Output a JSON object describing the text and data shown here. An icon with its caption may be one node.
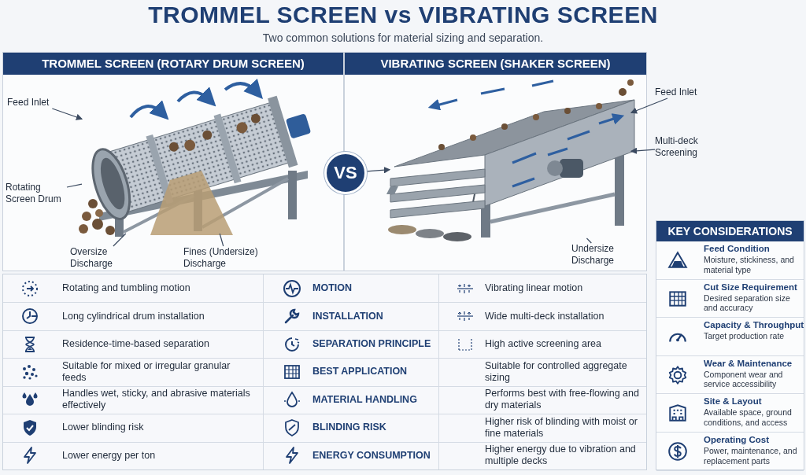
{
  "diagram": {
    "title": "TROMMEL SCREEN vs VIBRATING SCREEN",
    "nodes": [
      {
        "text": [
          "TROMMEL SCREEN (ROTARY DRUM SCREEN)"
        ]
      },
      {
        "text": [
          "VIBRATING SCREEN (SHAKER SCREEN)"
        ]
      },
      {
        "text": [],
        "shape": "picture",
        "in": 0
      },
      {
        "text": [],
        "shape": "picture",
        "in": 1
      },
      {
        "text": [
          "Feed Inlet"
        ],
        "in": 0
      },
      {
        "text": [
          "Rotating Screen Drum"
        ],
        "in": 0
      },
      {
        "text": [
          "Oversize Discharge"
        ],
        "in": 0
      },
      {
        "text": [
          "Fines (Undersize) Discharge"
        ],
        "in": 0
      },
      {
        "text": [
          "Feed Inlet"
        ]
      },
      {
        "text": [
          "Multi-deck Screening"
        ]
      },
      {
        "text": [
          "Undersize Discharge"
        ],
        "in": 1
      },
      {
        "text": [
          "VS"
        ]
      },
      {
        "text": [
          "KEY CONSIDERATIONS"
        ]
      },
      {
        "text": [
          "Feed Condition",
          "Moisture, stickiness, and material type"
        ],
        "in": 12
      },
      {
        "text": [
          "Cut Size Requirement",
          "Desired separation size and accuracy"
        ],
        "in": 12
      },
      {
        "text": [
          "Capacity & Throughput",
          "Target production rate"
        ],
        "in": 12
      },
      {
        "text": [
          "Wear & Maintenance",
          "Component wear and service accessibility"
        ],
        "in": 12
      },
      {
        "text": [
          "Site & Layout",
          "Available space, ground conditions, and access"
        ],
        "in": 12
      },
      {
        "text": [
          "Operating Cost",
          "Power, maintenance, and replacement parts"
        ],
        "in": 12
      }
    ],
    "edges": [
      {
        "from": 4,
        "to": 2,
        "arrow": "to"
      },
      {
        "from": 5,
        "to": 2,
        "arrow": "none"
      },
      {
        "from": 6,
        "to": 2,
        "arrow": "none"
      },
      {
        "from": 7,
        "to": 2,
        "arrow": "none"
      },
      {
        "from": 8,
        "to": 3,
        "arrow": "to"
      },
      {
        "from": 9,
        "to": 3,
        "arrow": "to"
      },
      {
        "from": 10,
        "to": 3,
        "arrow": "none"
      },
      {
        "from": 11,
        "to": 3,
        "arrow": "to"
      }
    ],
    "labels": [
      "Two common solutions for material sizing and separation.",
      "Rotating and tumbling motion",
      "MOTION",
      "Vibrating linear motion",
      "Long cylindrical drum installation",
      "INSTALLATION",
      "Wide multi-deck installation",
      "Residence-time-based separation",
      "SEPARATION PRINCIPLE",
      "High active screening area",
      "Suitable for mixed or irregular granular feeds",
      "BEST APPLICATION",
      "Suitable for controlled aggregate sizing",
      "Handles wet, sticky, and abrasive materials effectively",
      "MATERIAL HANDLING",
      "Performs best with free-flowing and dry materials",
      "Lower blinding risk",
      "BLINDING RISK",
      "Higher risk of blinding with moist or fine materials",
      "Lower energy per ton",
      "ENERGY CONSUMPTION",
      "Higher energy due to vibration and multiple decks"
    ]
  }
}
